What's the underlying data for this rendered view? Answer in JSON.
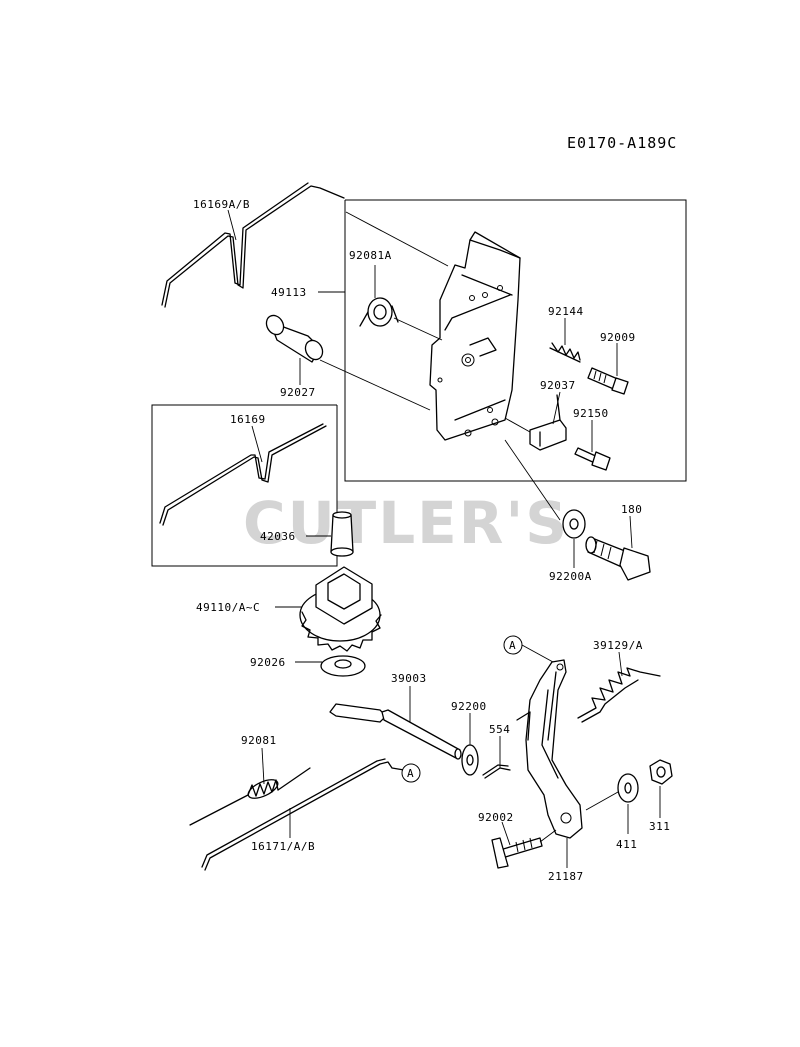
{
  "diagram_code": "E0170-A189C",
  "watermark": "CUTLER'S",
  "callout_letter": "A",
  "labels": {
    "p16169AB": "16169A/B",
    "p92081A": "92081A",
    "p49113": "49113",
    "p92144": "92144",
    "p92009": "92009",
    "p92027": "92027",
    "p92037": "92037",
    "p92150": "92150",
    "p16169": "16169",
    "p180": "180",
    "p42036": "42036",
    "p92200A": "92200A",
    "p49110": "49110/A~C",
    "p39129A": "39129/A",
    "p92026": "92026",
    "p39003": "39003",
    "p92200": "92200",
    "p554": "554",
    "p92081": "92081",
    "p92002": "92002",
    "p311": "311",
    "p411": "411",
    "p16171": "16171/A/B",
    "p21187": "21187"
  }
}
